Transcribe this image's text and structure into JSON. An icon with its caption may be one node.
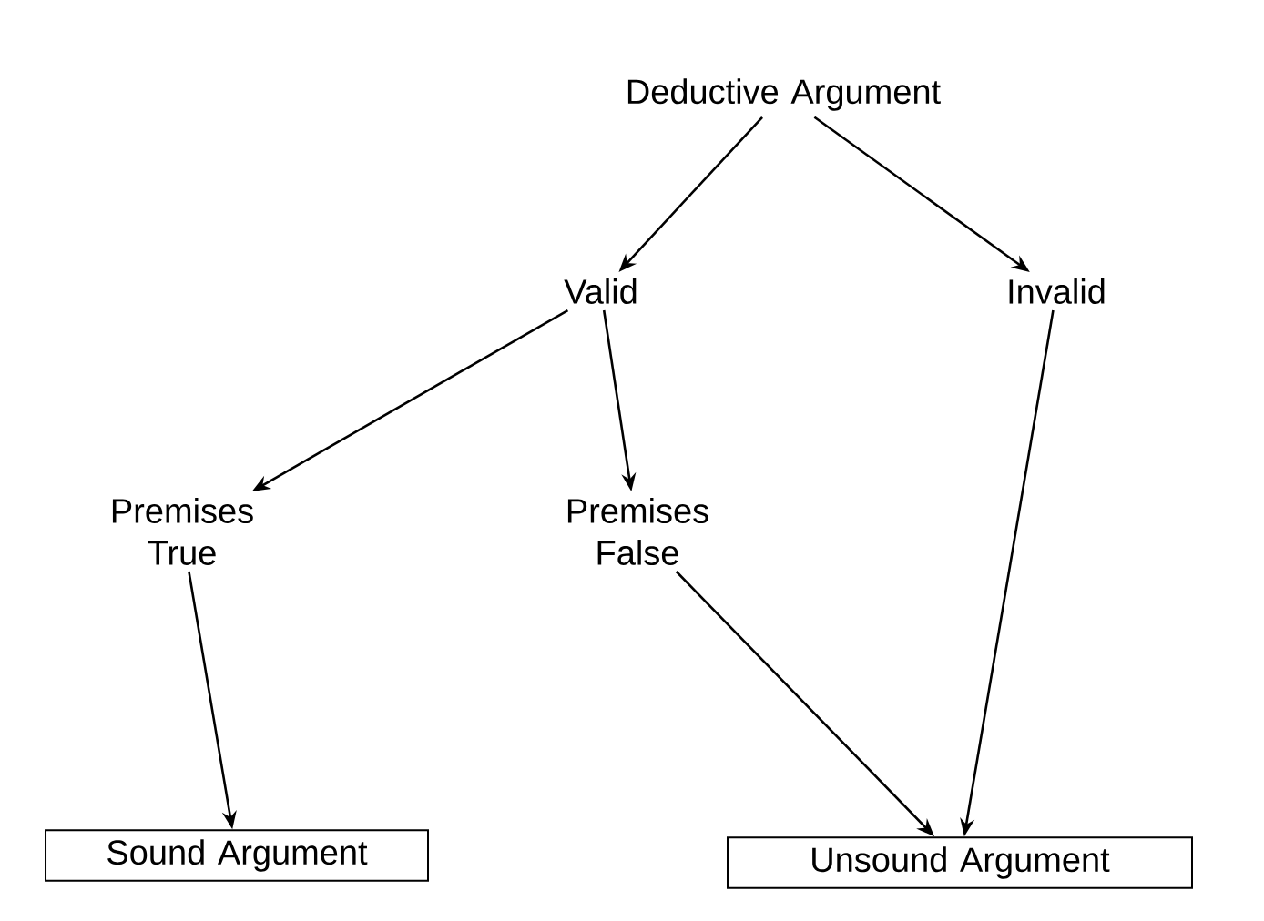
{
  "diagram": {
    "nodes": [
      {
        "text": [
          "Deductive Argument"
        ]
      },
      {
        "text": [
          "Valid"
        ]
      },
      {
        "text": [
          "Invalid"
        ]
      },
      {
        "text": [
          "Premises True"
        ]
      },
      {
        "text": [
          "Premises False"
        ]
      },
      {
        "text": [
          "Sound Argument"
        ]
      },
      {
        "text": [
          "Unsound Argument"
        ]
      }
    ],
    "edges": [
      {
        "from": 0,
        "to": 1,
        "arrow": "to"
      },
      {
        "from": 0,
        "to": 2,
        "arrow": "to"
      },
      {
        "from": 1,
        "to": 3,
        "arrow": "to"
      },
      {
        "from": 1,
        "to": 4,
        "arrow": "to"
      },
      {
        "from": 3,
        "to": 5,
        "arrow": "to"
      },
      {
        "from": 4,
        "to": 6,
        "arrow": "to"
      },
      {
        "from": 2,
        "to": 6,
        "arrow": "to"
      }
    ]
  }
}
